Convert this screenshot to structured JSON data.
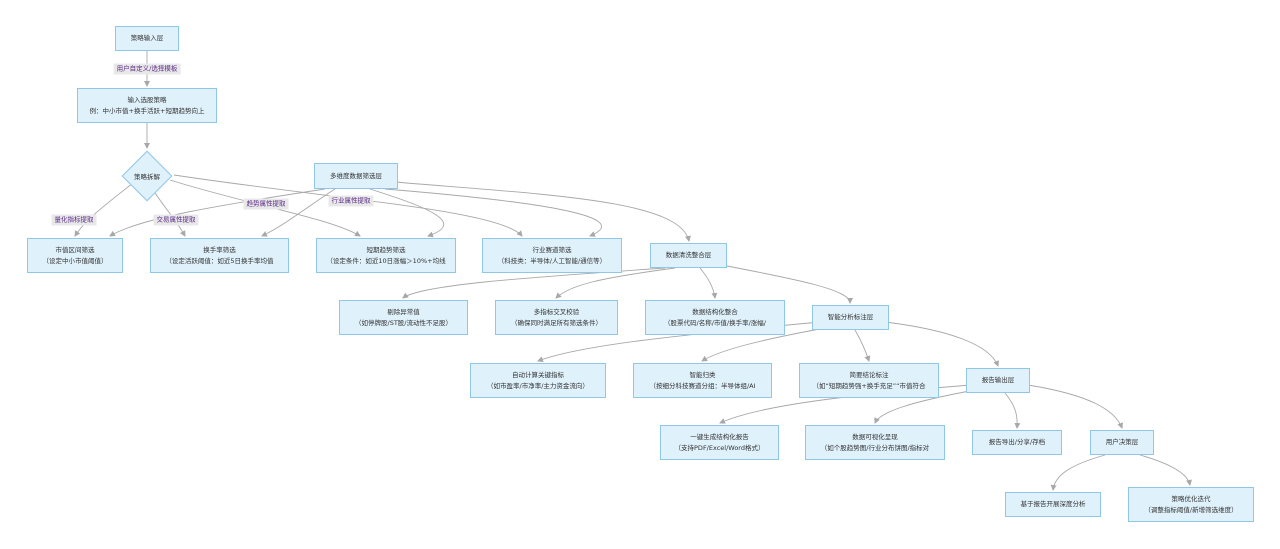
{
  "nodes": {
    "n1": "策略输入层",
    "n2": [
      "输入选股策略",
      "例：中小市值+换手活跃+短期趋势向上"
    ],
    "n3": "策略拆解",
    "n4": "多维度数据筛选层",
    "n5": [
      "市值区间筛选",
      "（设定中小市值阈值）"
    ],
    "n6": [
      "换手率筛选",
      "（设定活跃阈值：如近5日换手率均值"
    ],
    "n7": [
      "短期趋势筛选",
      "（设定条件：如近10日涨幅＞10%+均线"
    ],
    "n8": [
      "行业赛道筛选",
      "（科技类：半导体/人工智能/通信等）"
    ],
    "n9": "数据清洗整合层",
    "n10": [
      "剔除异常值",
      "（如停牌股/ST股/流动性不足股）"
    ],
    "n11": [
      "多指标交叉校验",
      "（确保同时满足所有筛选条件）"
    ],
    "n12": [
      "数据结构化整合",
      "（股票代码/名称/市值/换手率/涨幅/"
    ],
    "n13": "智能分析标注层",
    "n14": [
      "自动计算关键指标",
      "（如市盈率/市净率/主力资金流向）"
    ],
    "n15": [
      "智能归类",
      "（按细分科技赛道分组：半导体组/AI"
    ],
    "n16": [
      "简要结论标注",
      "（如“短期趋势强+换手充足”“市值符合"
    ],
    "n17": "报告输出层",
    "n18": [
      "一键生成结构化报告",
      "（支持PDF/Excel/Word格式）"
    ],
    "n19": [
      "数据可视化呈现",
      "（如个股趋势图/行业分布饼图/指标对"
    ],
    "n20": "报告导出/分享/存档",
    "n21": "用户决策层",
    "n22": "基于报告开展深度分析",
    "n23": [
      "策略优化迭代",
      "（调整指标阈值/新增筛选维度）"
    ]
  },
  "edge_labels": {
    "e1": "用户自定义/选择模板",
    "e2": "量化指标提取",
    "e3": "交易属性提取",
    "e4": "趋势属性提取",
    "e5": "行业属性提取"
  },
  "colors": {
    "node_fill": "#dff1fb",
    "node_border": "#8fc8e6",
    "edge": "#a8a8a8",
    "label_bg": "#e8e8e8",
    "label_text": "#5a2a86"
  }
}
